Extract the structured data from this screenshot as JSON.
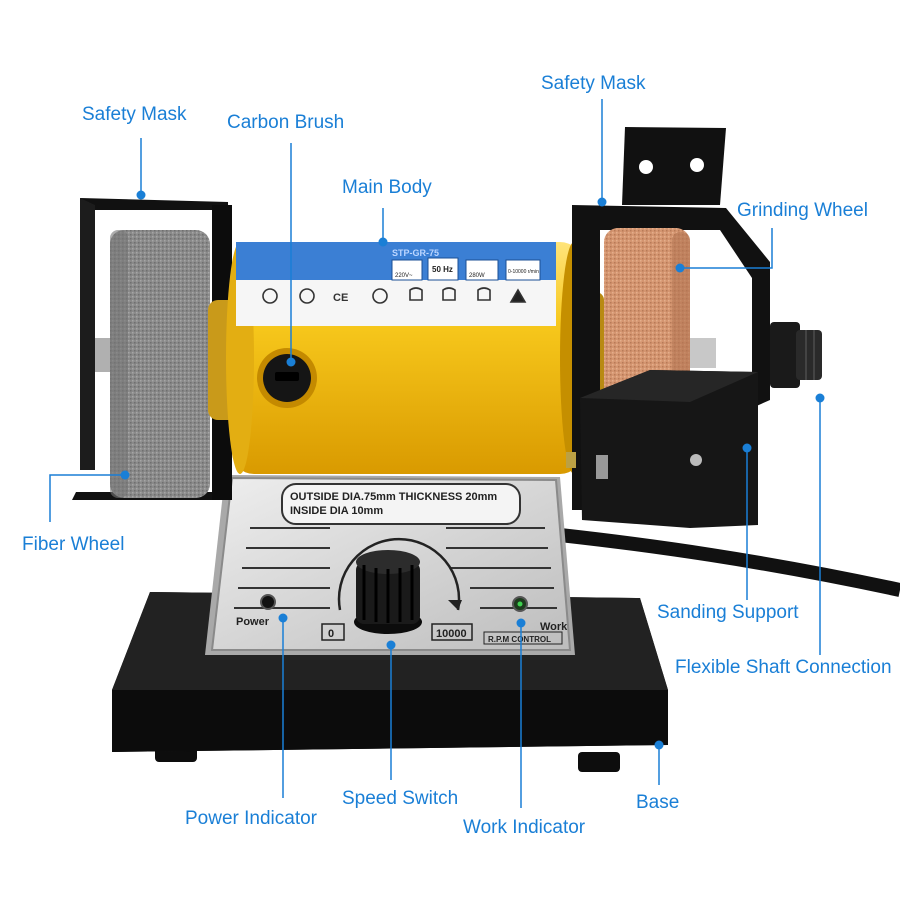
{
  "labels": {
    "safety_mask_left": "Safety Mask",
    "carbon_brush": "Carbon Brush",
    "main_body": "Main Body",
    "safety_mask_right": "Safety Mask",
    "grinding_wheel": "Grinding Wheel",
    "fiber_wheel": "Fiber Wheel",
    "sanding_support": "Sanding Support",
    "flexible_shaft_connection": "Flexible Shaft Connection",
    "power_indicator": "Power Indicator",
    "speed_switch": "Speed Switch",
    "work_indicator": "Work Indicator",
    "base": "Base"
  },
  "nameplate": {
    "line1": "OUTSIDE DIA.75mm THICKNESS 20mm",
    "line2": "INSIDE DIA 10mm",
    "power_label": "Power",
    "work_label": "Work",
    "speed_min": "0",
    "speed_max": "10000",
    "rpm_control": "R.P.M CONTROL"
  },
  "body_sticker": {
    "freq": "50 Hz",
    "voltage": "220V~",
    "watt": "280W",
    "rpm": "0-10000 r/min",
    "model": "STP-GR-75",
    "ce": "CE"
  },
  "colors": {
    "accent": "#1a7fd6",
    "motor": "#f5c51e",
    "base": "#161616",
    "plate": "#d9d9d9",
    "grinding_wheel": "#d79a72",
    "fiber_wheel": "#8e8e8e"
  }
}
